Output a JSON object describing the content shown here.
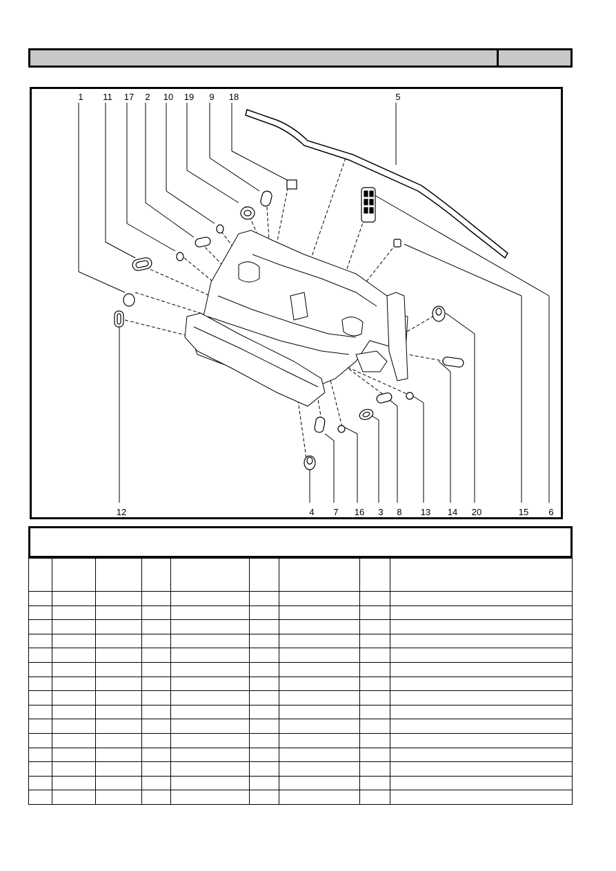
{
  "header": {
    "title": "",
    "page_ref": ""
  },
  "figure": {
    "callouts_top": [
      "1",
      "11",
      "17",
      "2",
      "10",
      "19",
      "9",
      "18",
      "5"
    ],
    "callouts_bottom": [
      "12",
      "4",
      "7",
      "16",
      "3",
      "8",
      "13",
      "14",
      "20",
      "15",
      "6"
    ]
  },
  "caption": {
    "text": ""
  },
  "parts_table": {
    "columns": 9,
    "header": [
      "",
      "",
      "",
      "",
      "",
      "",
      "",
      "",
      ""
    ],
    "row_count": 15
  },
  "colors": {
    "header_fill": "#c8c8c8",
    "line": "#000000"
  }
}
